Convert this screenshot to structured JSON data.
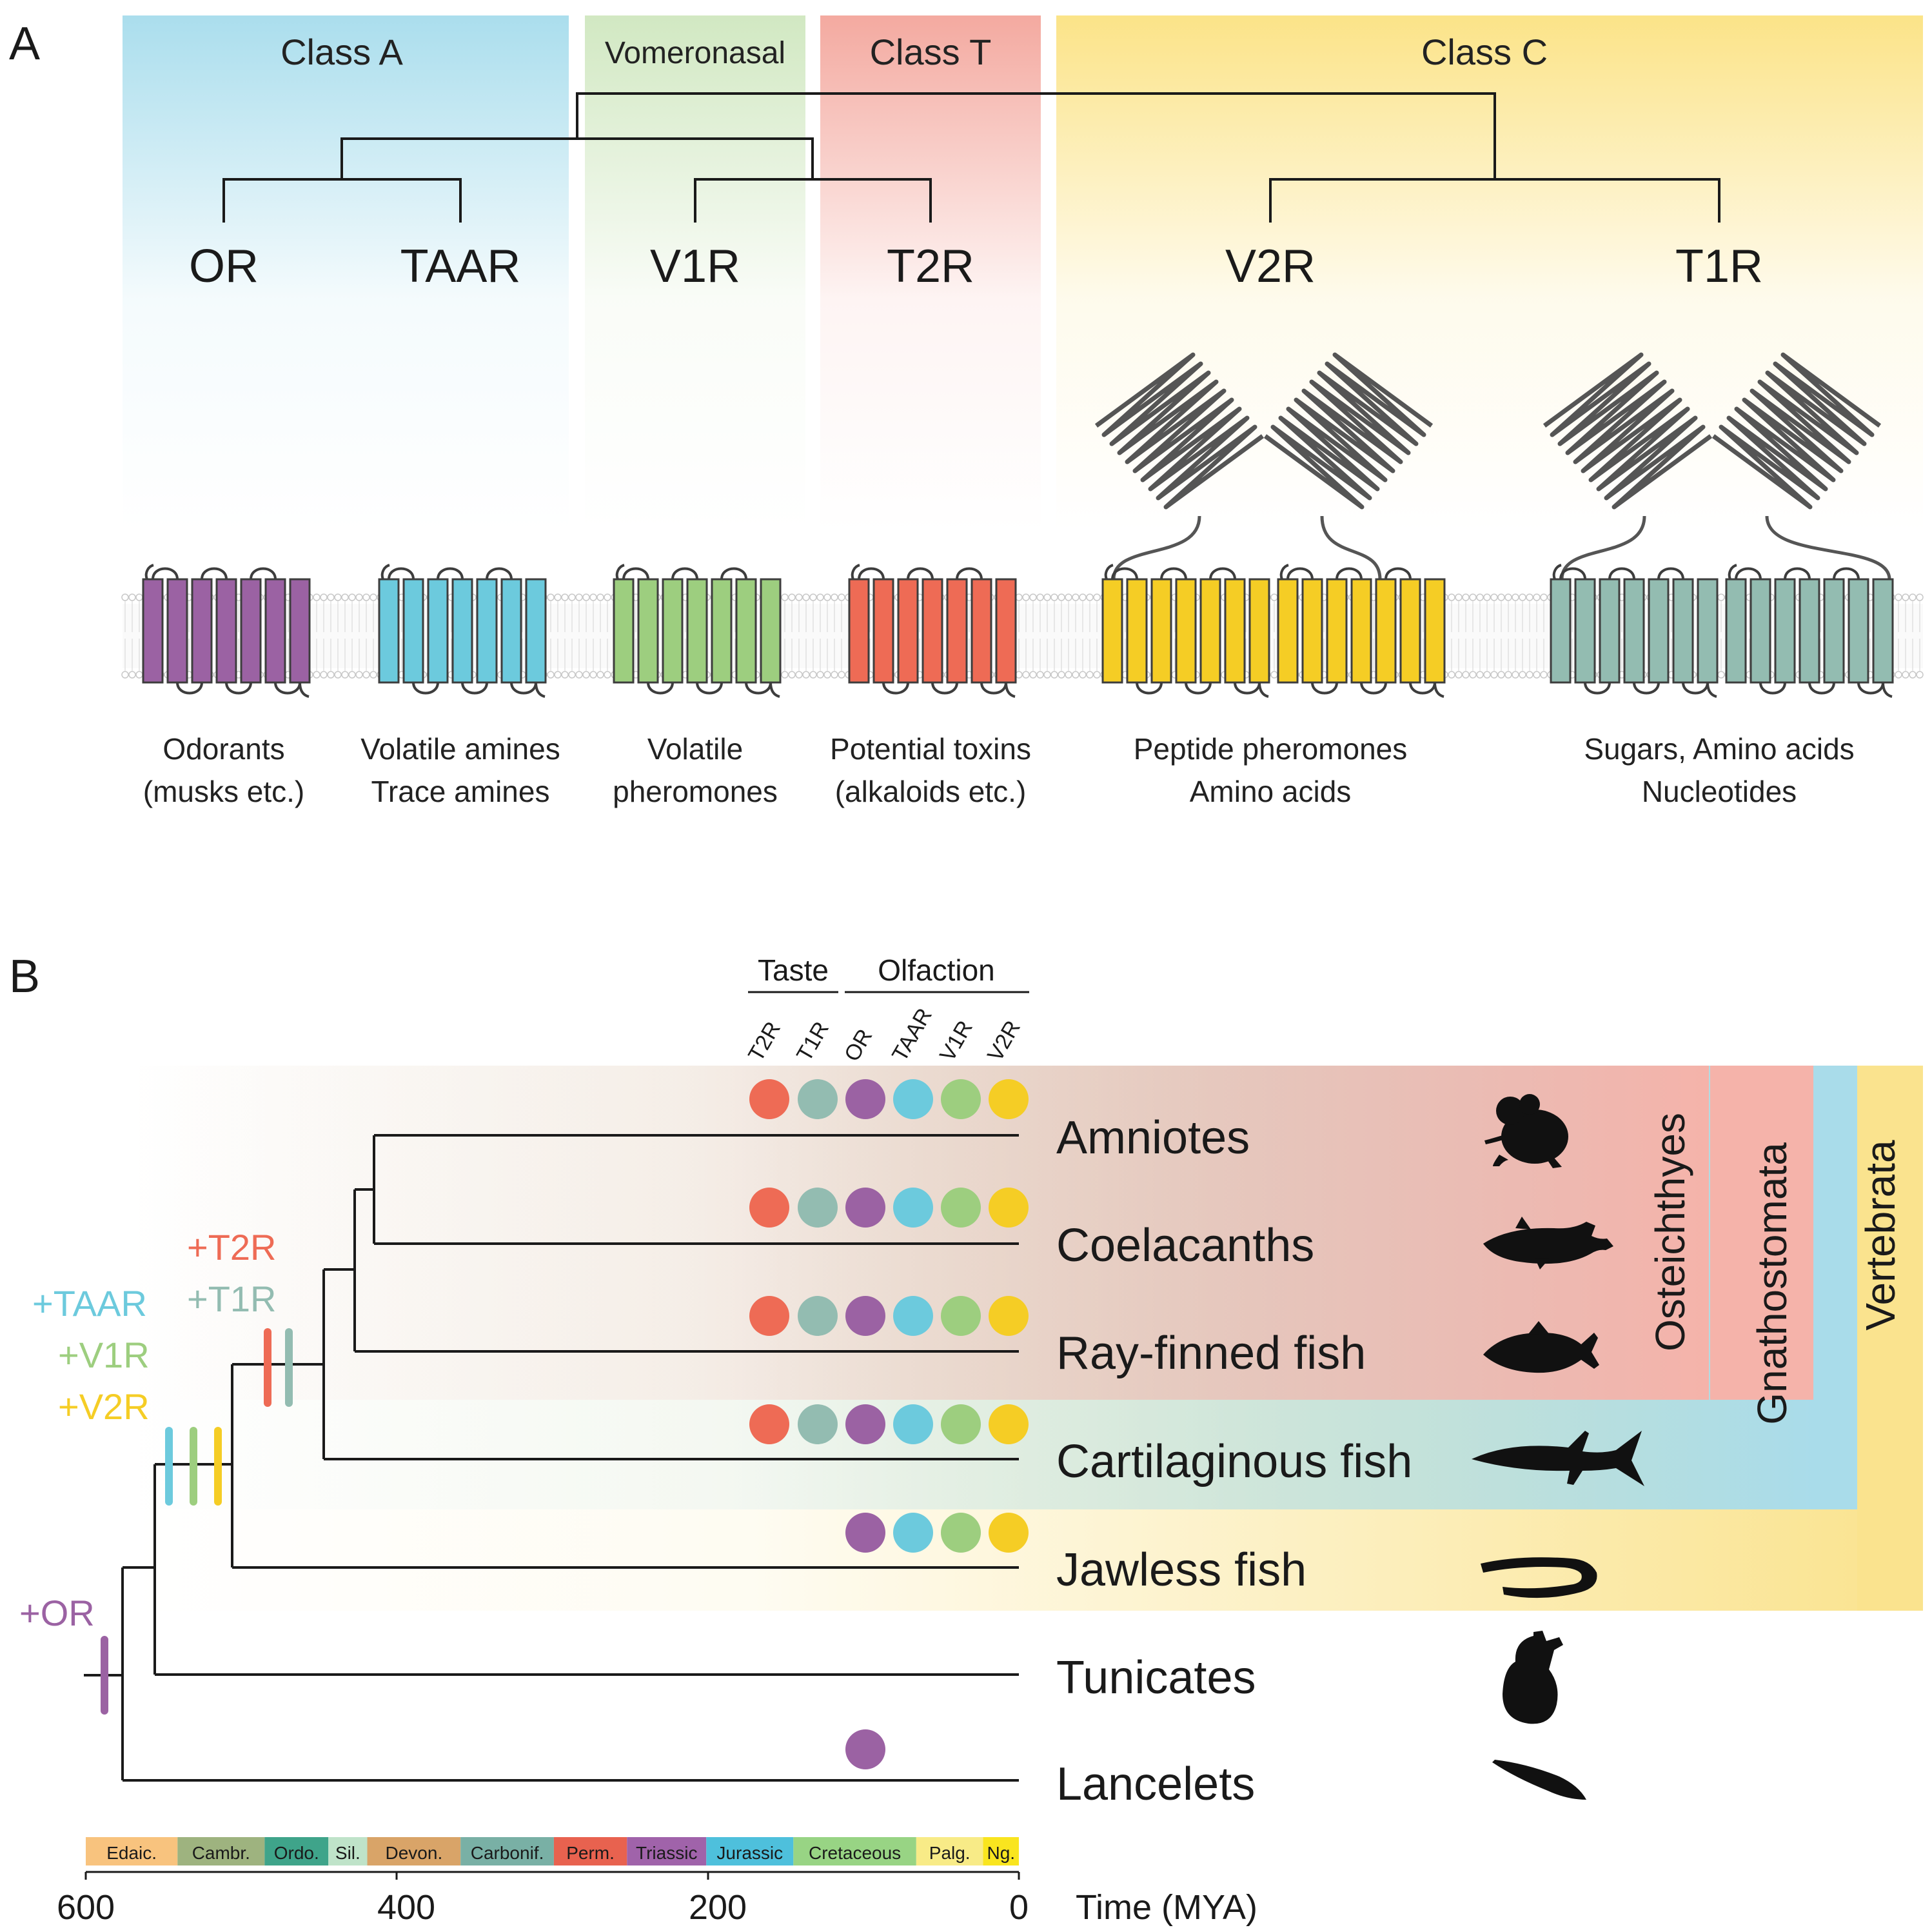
{
  "panel_a": {
    "label": "A",
    "classes": [
      {
        "name": "Class A",
        "color": "#a6dcec"
      },
      {
        "name": "Vomeronasal",
        "color": "#cfe7bf"
      },
      {
        "name": "Class T",
        "color": "#f3a59b"
      },
      {
        "name": "Class C",
        "color": "#fbe282"
      }
    ],
    "receptors": [
      {
        "name": "OR",
        "color": "#9b62a3",
        "ligand1": "Odorants",
        "ligand2": "(musks etc.)"
      },
      {
        "name": "TAAR",
        "color": "#6ccadd",
        "ligand1": "Volatile amines",
        "ligand2": "Trace amines"
      },
      {
        "name": "V1R",
        "color": "#9dce7f",
        "ligand1": "Volatile",
        "ligand2": "pheromones"
      },
      {
        "name": "T2R",
        "color": "#ee6b55",
        "ligand1": "Potential toxins",
        "ligand2": "(alkaloids etc.)"
      },
      {
        "name": "V2R",
        "color": "#f5cd25",
        "ligand1": "Peptide pheromones",
        "ligand2": "Amino acids"
      },
      {
        "name": "T1R",
        "color": "#93bcb1",
        "ligand1": "Sugars, Amino acids",
        "ligand2": "Nucleotides"
      }
    ]
  },
  "panel_b": {
    "label": "B",
    "header_taste": "Taste",
    "header_olfaction": "Olfaction",
    "columns": [
      "T2R",
      "T1R",
      "OR",
      "TAAR",
      "V1R",
      "V2R"
    ],
    "column_colors": [
      "#ee6b55",
      "#93bcb1",
      "#9b62a3",
      "#6ccadd",
      "#9dce7f",
      "#f5cd25"
    ],
    "taxa": [
      {
        "name": "Amniotes",
        "present": [
          1,
          1,
          1,
          1,
          1,
          1
        ],
        "icon": "mouse-icon"
      },
      {
        "name": "Coelacanths",
        "present": [
          1,
          1,
          1,
          1,
          1,
          1
        ],
        "icon": "coelacanth-icon"
      },
      {
        "name": "Ray-finned fish",
        "present": [
          1,
          1,
          1,
          1,
          1,
          1
        ],
        "icon": "ray-finned-fish-icon"
      },
      {
        "name": "Cartilaginous fish",
        "present": [
          1,
          1,
          1,
          1,
          1,
          1
        ],
        "icon": "shark-icon"
      },
      {
        "name": "Jawless fish",
        "present": [
          0,
          0,
          1,
          1,
          1,
          1
        ],
        "icon": "lamprey-icon"
      },
      {
        "name": "Tunicates",
        "present": [
          0,
          0,
          0,
          0,
          0,
          0
        ],
        "icon": "tunicate-icon"
      },
      {
        "name": "Lancelets",
        "present": [
          0,
          0,
          1,
          0,
          0,
          0
        ],
        "icon": "lancelet-icon"
      }
    ],
    "clades": [
      {
        "name": "Osteichthyes",
        "color": "#f5b3aa"
      },
      {
        "name": "Gnathostomata",
        "color": "#a9dcea"
      },
      {
        "name": "Vertebrata",
        "color": "#fae38e"
      }
    ],
    "gains": [
      {
        "label": "+T2R",
        "color": "#ee6b55"
      },
      {
        "label": "+T1R",
        "color": "#93bcb1"
      },
      {
        "label": "+TAAR",
        "color": "#6ccadd"
      },
      {
        "label": "+V1R",
        "color": "#9dce7f"
      },
      {
        "label": "+V2R",
        "color": "#f5cd25"
      },
      {
        "label": "+OR",
        "color": "#9b62a3"
      }
    ],
    "periods": [
      {
        "name": "Edaic.",
        "color": "#f8c37e"
      },
      {
        "name": "Cambr.",
        "color": "#9eb37f"
      },
      {
        "name": "Ordo.",
        "color": "#3fa48a"
      },
      {
        "name": "Sil.",
        "color": "#bfe3c9"
      },
      {
        "name": "Devon.",
        "color": "#d9a468"
      },
      {
        "name": "Carbonif.",
        "color": "#79b0a5"
      },
      {
        "name": "Perm.",
        "color": "#e8624f"
      },
      {
        "name": "Triassic",
        "color": "#a063aa"
      },
      {
        "name": "Jurassic",
        "color": "#4ec0dc"
      },
      {
        "name": "Cretaceous",
        "color": "#98d484"
      },
      {
        "name": "Palg.",
        "color": "#f8eb87"
      },
      {
        "name": "Ng.",
        "color": "#f9e51f"
      }
    ],
    "axis_ticks": [
      "600",
      "400",
      "200",
      "0"
    ],
    "axis_label": "Time (MYA)"
  }
}
